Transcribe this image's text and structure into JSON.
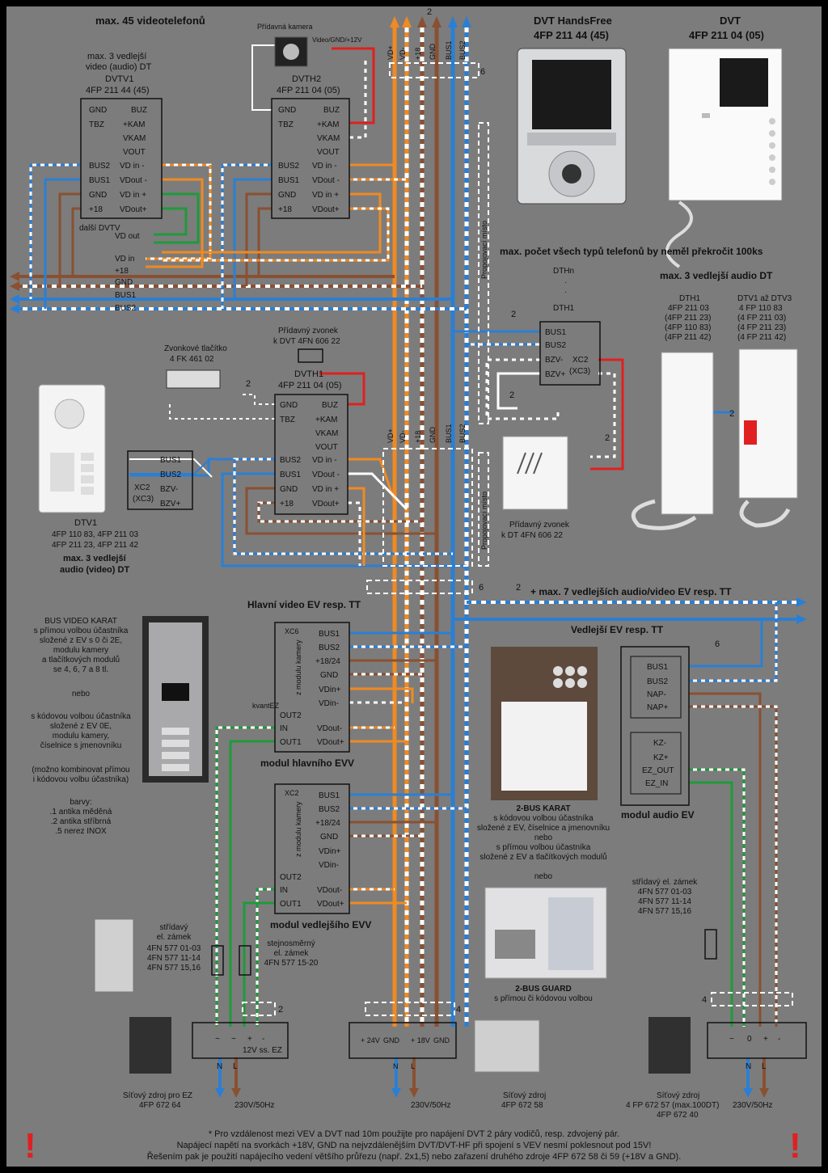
{
  "headings": {
    "max_videotelefonu": "max. 45 videotelefonů",
    "dvt_hf_title": "DVT HandsFree",
    "dvt_hf_code": "4FP 211 44 (45)",
    "dvt_title": "DVT",
    "dvt_code": "4FP 211 04 (05)",
    "max_all_phones": "max. počet všech typů telefonů by neměl překročit 100ks",
    "max3_audio_dt": "max. 3 vedlejší audio DT",
    "main_ev": "Hlavní video EV resp. TT",
    "side_ev": "Vedlejší EV resp. TT",
    "max7_ev": "+ max. 7 vedlejších audio/video EV resp. TT",
    "prepojovaci_misto": "Propojovací místo",
    "vcetne_fig": "6",
    "dalsi_dvtv": "další DVTV"
  },
  "units": {
    "dvtv1": {
      "top": "max. 3 vedlejší",
      "mid": "video (audio) DT",
      "name": "DVTV1",
      "code": "4FP 211 44 (45)"
    },
    "dvth2": {
      "name": "DVTH2",
      "code": "4FP 211 04 (05)"
    },
    "dvth1": {
      "name": "DVTH1",
      "code": "4FP 211 04 (05)"
    },
    "camera": {
      "label": "Přídavná kamera",
      "signal": "Video/GND/+12V"
    },
    "zvonek_dvt": {
      "label": "Přídavný zvonek",
      "code": "k DVT 4FN 606 22"
    },
    "zvonek_dt": {
      "label": "Přídavný zvonek",
      "code": "k DT 4FN 606 22"
    },
    "tlacitko": {
      "label": "Zvonkové tlačítko",
      "code": "4 FK 461 02"
    },
    "dtv1": {
      "name": "DTV1",
      "codes": [
        "4FP 110 83, 4FP 211 03",
        "4FP 211 23, 4FP 211 42"
      ],
      "note1": "max. 3 vedlejší",
      "note2": "audio (video) DT"
    },
    "dth": {
      "list": [
        "DTHn",
        "·",
        "·",
        "DTH1"
      ]
    },
    "dth1_codes": [
      "DTH1",
      "4FP 211 03",
      "(4FP 211 23)",
      "(4FP 110 83)",
      "(4FP 211 42)"
    ],
    "dtv1_3_codes": [
      "DTV1 až DTV3",
      "4 FP 110 83",
      "(4 FP 211 03)",
      "(4 FP 211 23)",
      "(4 FP 211 42)"
    ]
  },
  "terminals": {
    "left": [
      "GND",
      "TBZ",
      "BUS2",
      "BUS1",
      "GND",
      "+18"
    ],
    "right": [
      "BUZ",
      "+KAM",
      "VKAM",
      "VOUT",
      "VD in -",
      "VDout -",
      "VD in +",
      "VDout+"
    ],
    "dt_left": [
      "BUS1",
      "BUS2",
      "BZV-",
      "BZV+"
    ],
    "xc2": "XC2",
    "xc3": "(XC3)"
  },
  "bus": {
    "gnd": "GND",
    "bus1": "BUS1",
    "bus2": "BUS2",
    "p18": "+18",
    "vd_in": "VD in",
    "vd_out": "VD out",
    "top_labels": [
      "VD+",
      "VD-",
      "+18",
      "GND",
      "BUS1",
      "BUS2"
    ],
    "mid_labels": [
      "VD+",
      "VD-",
      "+18",
      "GND",
      "BUS1",
      "BUS2"
    ]
  },
  "modules": {
    "main": {
      "title": "modul hlavního EVV",
      "xc": "XC6",
      "side": "z modulu kamery",
      "pins": [
        "BUS1",
        "BUS2",
        "+18/24",
        "GND",
        "VDin+",
        "VDin-",
        "OUT2",
        "IN",
        "OUT1",
        "VDout-",
        "VDout+"
      ],
      "note": "kvantEZ"
    },
    "side": {
      "title": "modul vedlejšího EVV",
      "xc": "XC2",
      "pins": [
        "BUS1",
        "BUS2",
        "+18/24",
        "GND",
        "VDin+",
        "VDin-",
        "OUT2",
        "IN",
        "OUT1",
        "VDout-",
        "VDout+"
      ]
    },
    "audio": {
      "title": "modul audio EV",
      "pins": [
        "BUS1",
        "BUS2",
        "NAP-",
        "NAP+",
        "KZ-",
        "KZ+",
        "EZ_OUT",
        "EZ_IN"
      ]
    }
  },
  "left_text": [
    "BUS VIDEO KARAT",
    "s přímou volbou účastníka",
    "složené z EV s 0 či 2E,",
    "modulu kamery",
    "a tlačítkových modulů",
    "se 4, 6, 7 a 8 tl.",
    "",
    "nebo",
    "",
    "s kódovou volbou účastníka",
    "složené z EV 0E,",
    "modulu kamery,",
    "číselnice s jmenovníku",
    "",
    "(možno kombinovat přímou",
    "i kódovou volbu účastníka)",
    "",
    "barvy:",
    ".1 antika měděná",
    ".2 antika stříbrná",
    ".5 nerez INOX"
  ],
  "karat_text": [
    "2-BUS KARAT",
    "s kódovou volbou účastníka",
    "složené z EV, číselnice a jmenovníku",
    "nebo",
    "s přímou volbou účastníka",
    "složené z EV a tlačítkových modulů",
    "",
    "nebo"
  ],
  "guard_text": [
    "2-BUS GUARD",
    "s přímou či kódovou volbou"
  ],
  "zamek": {
    "left": [
      "střídavý",
      "el. zámek",
      "4FN 577 01-03",
      "4FN 577 11-14",
      "4FN 577 15,16"
    ],
    "stejnosmerny": [
      "stejnosměrný",
      "el. zámek",
      "4FN 577 15-20"
    ],
    "right": [
      "střídavý el. zámek",
      "4FN 577 01-03",
      "4FN 577 11-14",
      "4FN 577 15,16"
    ]
  },
  "supplies": {
    "ez": {
      "label": "Síťový zdroj pro EZ",
      "code": "4FP 672 64",
      "terms": [
        "~",
        "~",
        "+",
        "-"
      ],
      "note": "12V ss. EZ",
      "nl": [
        "N",
        "L"
      ],
      "mains": "230V/50Hz"
    },
    "center": {
      "label": "Síťový zdroj",
      "code": "4FP 672 58",
      "terms": [
        "+ 24V",
        "GND",
        "+ 18V",
        "GND"
      ],
      "nl": [
        "N",
        "L"
      ],
      "mains": "230V/50Hz"
    },
    "right": {
      "label": "Síťový zdroj",
      "codes": [
        "4 FP 672 57 (max.100DT)",
        "4FP 672 40"
      ],
      "terms": [
        "~",
        "0",
        "+",
        "-"
      ],
      "nl": [
        "N",
        "L"
      ],
      "mains": "230V/50Hz"
    }
  },
  "cable_counts": [
    "2",
    "2",
    "2",
    "2",
    "6",
    "6",
    "6",
    "2",
    "2",
    "4",
    "2",
    "4",
    "2"
  ],
  "footer": {
    "line1": "* Pro vzdálenost mezi VEV a DVT nad 10m použijte pro napájení DVT 2 páry vodičů, resp. zdvojený pár.",
    "line2": "Napájecí napětí na svorkách +18V, GND na nejvzdálenějším DVT/DVT-HF při spojení s VEV nesmí poklesnout pod 15V!",
    "line3": "Řešením pak je použití napájecího vedení většího průřezu (např. 2x1,5) nebo zařazení druhého zdroje 4FP 672 58 či 59 (+18V a GND).",
    "excl": "!"
  },
  "colors": {
    "bg": "#7c7c7c",
    "blue": "#2a7fd4",
    "orange": "#f08a22",
    "brown": "#8a5032",
    "green": "#1f9a3a",
    "red": "#e02020",
    "white": "#ffffff",
    "black": "#111111"
  }
}
